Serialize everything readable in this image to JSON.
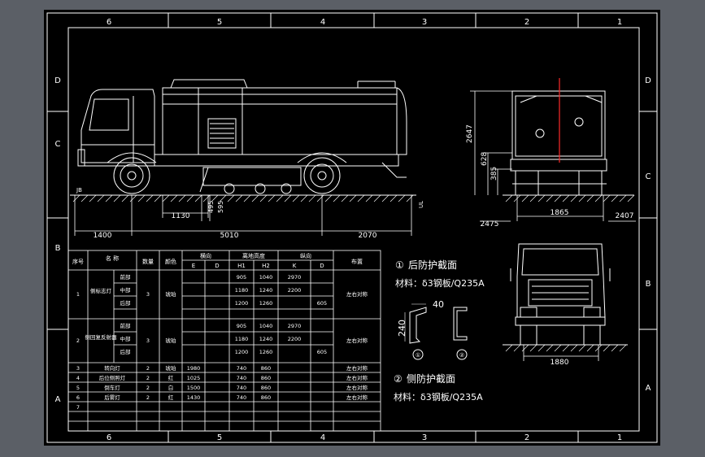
{
  "frame": {
    "zones_top": [
      "6",
      "5",
      "4",
      "3",
      "2",
      "1"
    ],
    "zones_bottom": [
      "6",
      "5",
      "4",
      "3",
      "2",
      "1"
    ],
    "rows_left": [
      "D",
      "C",
      "B",
      "A"
    ],
    "rows_right": [
      "D",
      "C",
      "B",
      "A"
    ]
  },
  "dims": {
    "side": [
      "1400",
      "5010",
      "2070",
      "1130",
      "495",
      "595",
      "JB",
      "UL"
    ],
    "rear": [
      "2647",
      "628",
      "385",
      "1865",
      "2475",
      "2407"
    ],
    "front": [
      "1880"
    ]
  },
  "sections": {
    "rear": {
      "num": "①",
      "title": "后防护截面",
      "material": "材料：δ3钢板/Q235A"
    },
    "side": {
      "num": "②",
      "title": "侧防护截面",
      "material": "材料：δ3钢板/Q235A"
    },
    "sketch": {
      "w": "40",
      "h": "240",
      "n1": "①",
      "n2": "②"
    }
  },
  "table": {
    "headers": {
      "seq": "序号",
      "name": "名 称",
      "qty": "数量",
      "color": "颜色",
      "lateral": "横向",
      "height": "离地高度",
      "longitudinal": "纵向",
      "layout": "布置"
    },
    "sub": [
      "E",
      "D",
      "H1",
      "H2",
      "K",
      "D"
    ],
    "groups": [
      {
        "seq": "1",
        "name": "侧标志灯",
        "qty": "3",
        "color": "琥珀",
        "layout": "左右对称",
        "parts": [
          "前部",
          "中部",
          "后部"
        ],
        "rows": [
          [
            "",
            "",
            "905",
            "1040",
            "2970",
            ""
          ],
          [
            "",
            "",
            "1180",
            "1240",
            "2200",
            ""
          ],
          [
            "",
            "",
            "1200",
            "1260",
            "",
            "605"
          ]
        ]
      },
      {
        "seq": "2",
        "name": "侧回复反射器",
        "qty": "3",
        "color": "琥珀",
        "layout": "左右对称",
        "parts": [
          "前部",
          "中部",
          "后部"
        ],
        "rows": [
          [
            "",
            "",
            "905",
            "1040",
            "2970",
            ""
          ],
          [
            "",
            "",
            "1180",
            "1240",
            "2200",
            ""
          ],
          [
            "",
            "",
            "1200",
            "1260",
            "",
            "605"
          ]
        ]
      }
    ],
    "rows": [
      [
        "3",
        "转向灯",
        "2",
        "琥珀",
        "1980",
        "",
        "740",
        "860",
        "",
        "",
        "左右对称"
      ],
      [
        "4",
        "后位侧照灯",
        "2",
        "红",
        "1025",
        "",
        "740",
        "860",
        "",
        "",
        "左右对称"
      ],
      [
        "5",
        "倒车灯",
        "2",
        "白",
        "1500",
        "",
        "740",
        "860",
        "",
        "",
        "左右对称"
      ],
      [
        "6",
        "后雾灯",
        "2",
        "红",
        "1430",
        "",
        "740",
        "860",
        "",
        "",
        "左右对称"
      ],
      [
        "7",
        "",
        "",
        "",
        "",
        "",
        "",
        "",
        "",
        "",
        ""
      ]
    ]
  }
}
